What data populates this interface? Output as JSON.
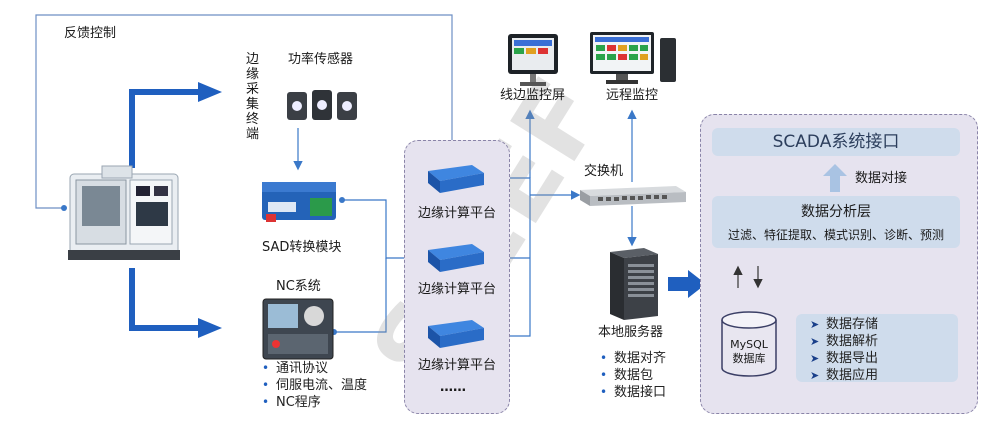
{
  "labels": {
    "feedback": "反馈控制",
    "edge_terminal": "边缘采集终端",
    "power_sensor": "功率传感器",
    "sad_module": "SAD转换模块",
    "nc_system": "NC系统",
    "edge_platform_1": "边缘计算平台",
    "edge_platform_2": "边缘计算平台",
    "edge_platform_3": "边缘计算平台",
    "ellipsis": "……",
    "switch": "交换机",
    "line_monitor": "线边监控屏",
    "remote_monitor": "远程监控",
    "local_server": "本地服务器",
    "scada": "SCADA系统接口",
    "data_docking": "数据对接",
    "analysis_title": "数据分析层",
    "analysis_sub": "过滤、特征提取、模式识别、诊断、预测",
    "mysql_line1": "MySQL",
    "mysql_line2": "数据库",
    "watermark": "SIEEF"
  },
  "nc_bullets": [
    "通讯协议",
    "伺服电流、温度",
    "NC程序"
  ],
  "server_bullets": [
    "数据对齐",
    "数据包",
    "数据接口"
  ],
  "data_bullets": [
    "数据存储",
    "数据解析",
    "数据导出",
    "数据应用"
  ],
  "colors": {
    "arrow_blue": "#1f5fbf",
    "line_blue": "#3a78c8",
    "panel_fill": "#e6e3ef",
    "box_fill": "#cfdcec"
  }
}
